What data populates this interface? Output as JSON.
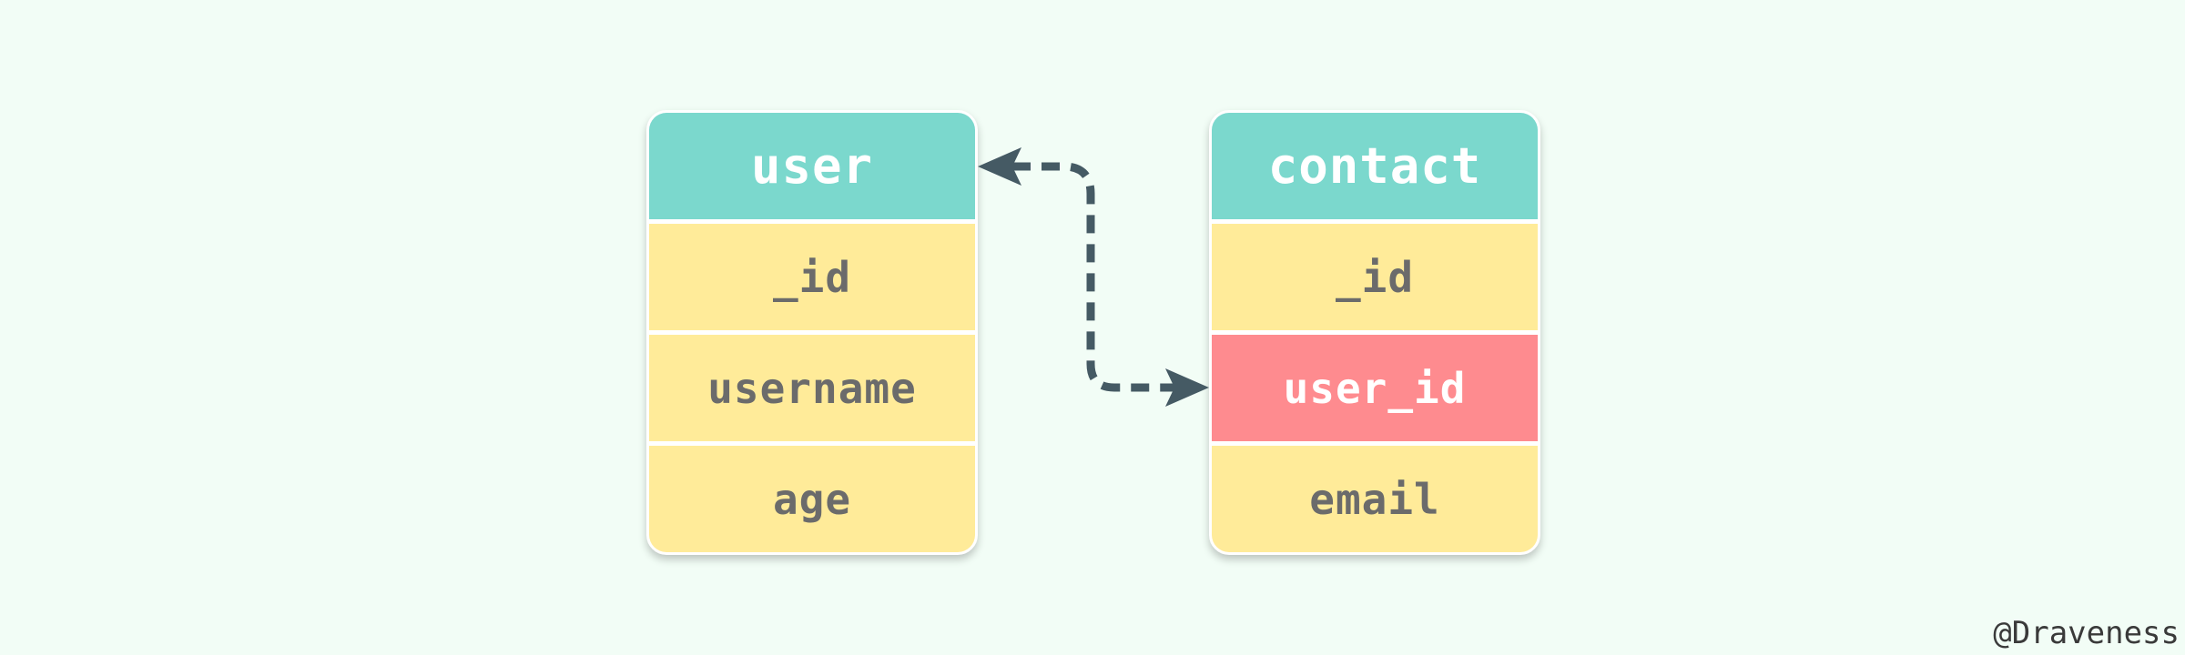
{
  "tables": {
    "user": {
      "title": "user",
      "fields": [
        "_id",
        "username",
        "age"
      ]
    },
    "contact": {
      "title": "contact",
      "fields": [
        "_id",
        "user_id",
        "email"
      ]
    }
  },
  "relation": {
    "from": "user",
    "to": "contact.user_id",
    "style": "dashed",
    "color": "#455a64"
  },
  "colors": {
    "background": "#f2fdf6",
    "header": "#7bd8cd",
    "field": "#ffeb99",
    "foreign_key": "#fe8b8f",
    "field_text": "#6b6b6b",
    "header_text": "#ffffff"
  },
  "watermark": "@Draveness"
}
